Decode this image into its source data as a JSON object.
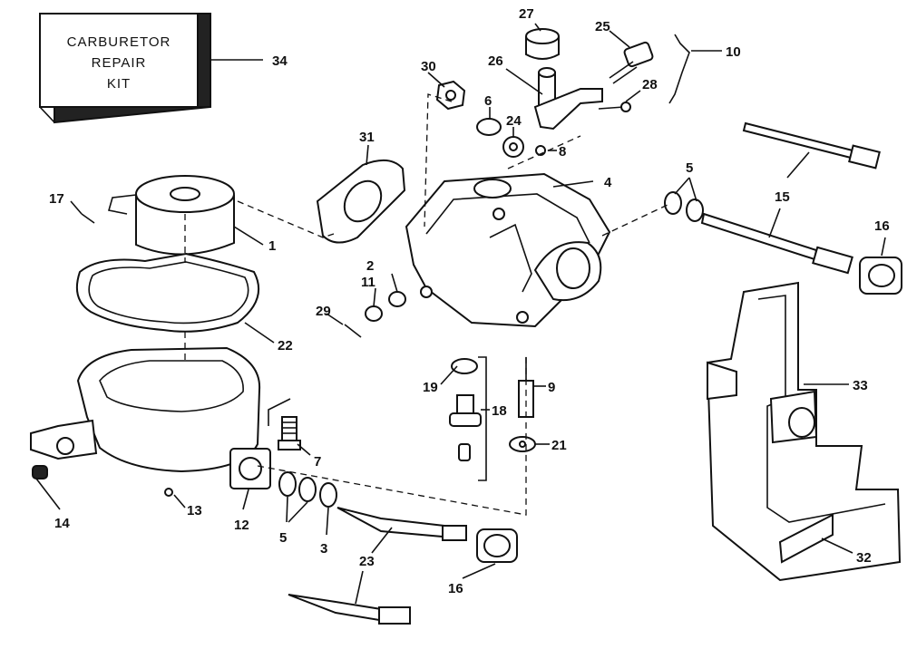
{
  "kit_box": {
    "line1": "CARBURETOR",
    "line2": "REPAIR",
    "line3": "KIT"
  },
  "callouts": {
    "c1": "1",
    "c2": "2",
    "c3": "3",
    "c4": "4",
    "c5a": "5",
    "c5b": "5",
    "c6": "6",
    "c7": "7",
    "c8": "8",
    "c9": "9",
    "c10": "10",
    "c11": "11",
    "c12": "12",
    "c13": "13",
    "c14": "14",
    "c15": "15",
    "c16a": "16",
    "c16b": "16",
    "c17": "17",
    "c18": "18",
    "c19": "19",
    "c21": "21",
    "c22": "22",
    "c23": "23",
    "c24": "24",
    "c25": "25",
    "c26": "26",
    "c27": "27",
    "c28": "28",
    "c29": "29",
    "c30": "30",
    "c31": "31",
    "c32": "32",
    "c33": "33",
    "c34": "34"
  }
}
